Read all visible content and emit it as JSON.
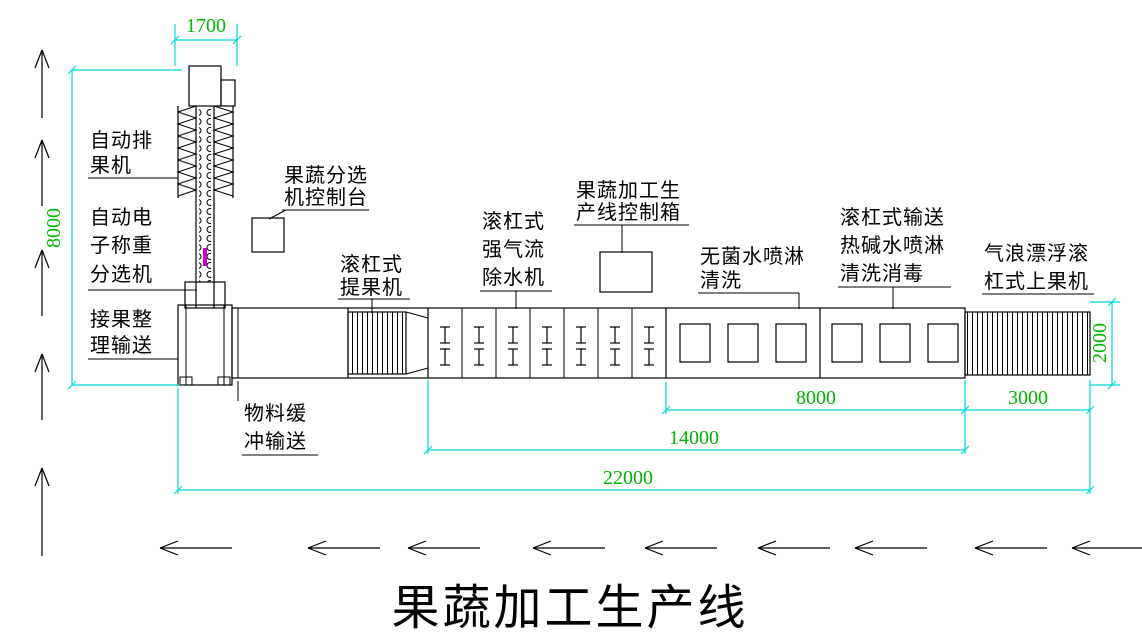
{
  "title": "果蔬加工生产线",
  "colors": {
    "drawing_line": "#000000",
    "dimension_line": "#00d8d8",
    "dimension_text": "#00b400",
    "chain_accent": "#cc00cc"
  },
  "labels": {
    "auto_arranger": [
      "自动排",
      "果机"
    ],
    "auto_weigher": [
      "自动电",
      "子称重",
      "分选机"
    ],
    "fruit_receiver": [
      "接果整",
      "理输送"
    ],
    "sorter_console": [
      "果蔬分选",
      "机控制台"
    ],
    "roller_lifter": [
      "滚杠式",
      "提果机"
    ],
    "airflow_dewaterer": [
      "滚杠式",
      "强气流",
      "除水机"
    ],
    "line_control_box": [
      "果蔬加工生",
      "产线控制箱"
    ],
    "sterile_spray_wash": [
      "无菌水喷淋",
      "清洗"
    ],
    "alkaline_spray_wash": [
      "滚杠式输送",
      "热碱水喷淋",
      "清洗消毒"
    ],
    "air_float_loader": [
      "气浪漂浮滚",
      "杠式上果机"
    ],
    "buffer_conveyor": [
      "物料缓",
      "冲输送"
    ]
  },
  "dimensions": {
    "tower_width": "1700",
    "left_height": "8000",
    "line_height": "2000",
    "wash_length": "8000",
    "loader_length": "3000",
    "mid_length": "14000",
    "total_length": "22000"
  }
}
